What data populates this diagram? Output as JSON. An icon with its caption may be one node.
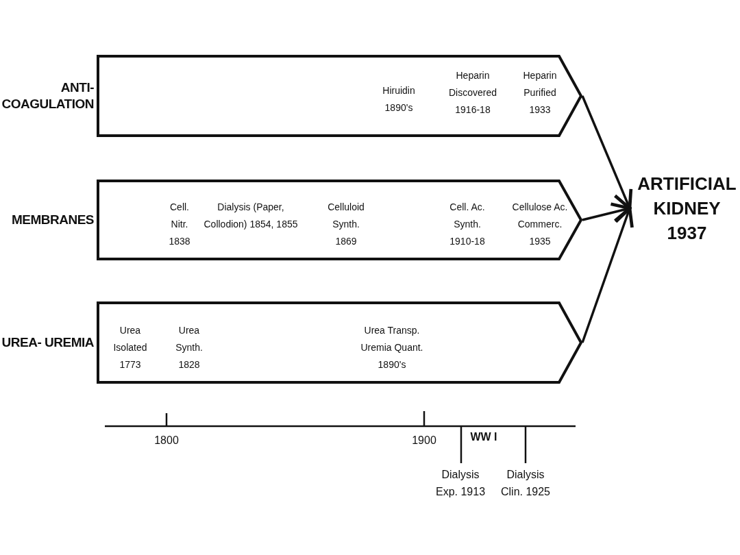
{
  "diagram": {
    "nodes": [
      {
        "text": [
          "ANTI- COAGULATION",
          "Hiruidin 1890's",
          "Heparin Discovered 1916-18",
          "Heparin Purified 1933"
        ]
      },
      {
        "text": [
          "MEMBRANES",
          "Cell. Nitr. 1838",
          "Dialysis (Paper, Collodion) 1854, 1855",
          "Celluloid Synth. 1869",
          "Cell. Ac. Synth. 1910-18",
          "Cellulose Ac. Commerc. 1935"
        ]
      },
      {
        "text": [
          "UREA- UREMIA",
          "Urea Isolated 1773",
          "Urea Synth. 1828",
          "Urea Transp. Uremia Quant. 1890's"
        ]
      },
      {
        "text": [
          "ARTIFICIAL KIDNEY 1937"
        ]
      }
    ],
    "edges": [
      {
        "from": 0,
        "to": 3,
        "arrow": "to"
      },
      {
        "from": 1,
        "to": 3,
        "arrow": "to"
      },
      {
        "from": 2,
        "to": 3,
        "arrow": "to"
      }
    ],
    "labels": [
      "1800",
      "1900",
      "WW I",
      "Dialysis Exp. 1913",
      "Dialysis Clin. 1925"
    ]
  }
}
